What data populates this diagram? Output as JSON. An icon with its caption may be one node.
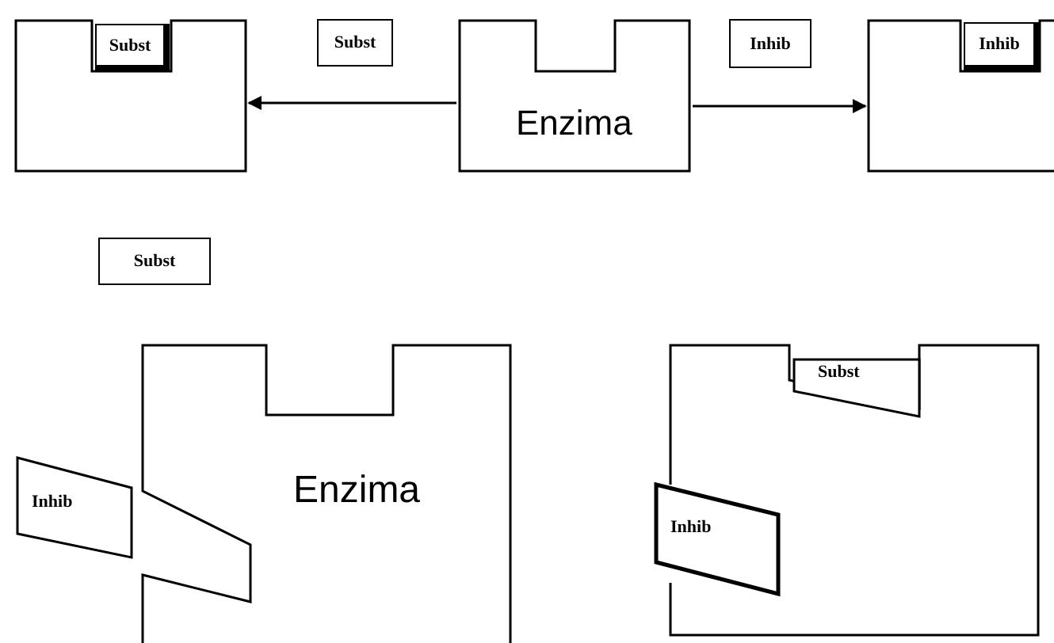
{
  "diagram": {
    "nodes": [
      {
        "text": [],
        "shape": "box"
      },
      {
        "text": [
          "Subst"
        ],
        "in": 0
      },
      {
        "text": [
          "Subst"
        ]
      },
      {
        "text": [
          "Enzima"
        ]
      },
      {
        "text": [
          "Inhib"
        ]
      },
      {
        "text": [],
        "shape": "box"
      },
      {
        "text": [
          "Inhib"
        ],
        "in": 5
      },
      {
        "text": [
          "Subst"
        ]
      },
      {
        "text": [
          "Enzima"
        ]
      },
      {
        "text": [
          "Inhib"
        ]
      },
      {
        "text": [],
        "shape": "box"
      },
      {
        "text": [
          "Subst"
        ],
        "in": 10
      },
      {
        "text": [
          "Inhib"
        ]
      }
    ],
    "edges": [
      {
        "from": 3,
        "to": 0,
        "arrow": "to"
      },
      {
        "from": 3,
        "to": 5,
        "arrow": "to"
      }
    ]
  }
}
